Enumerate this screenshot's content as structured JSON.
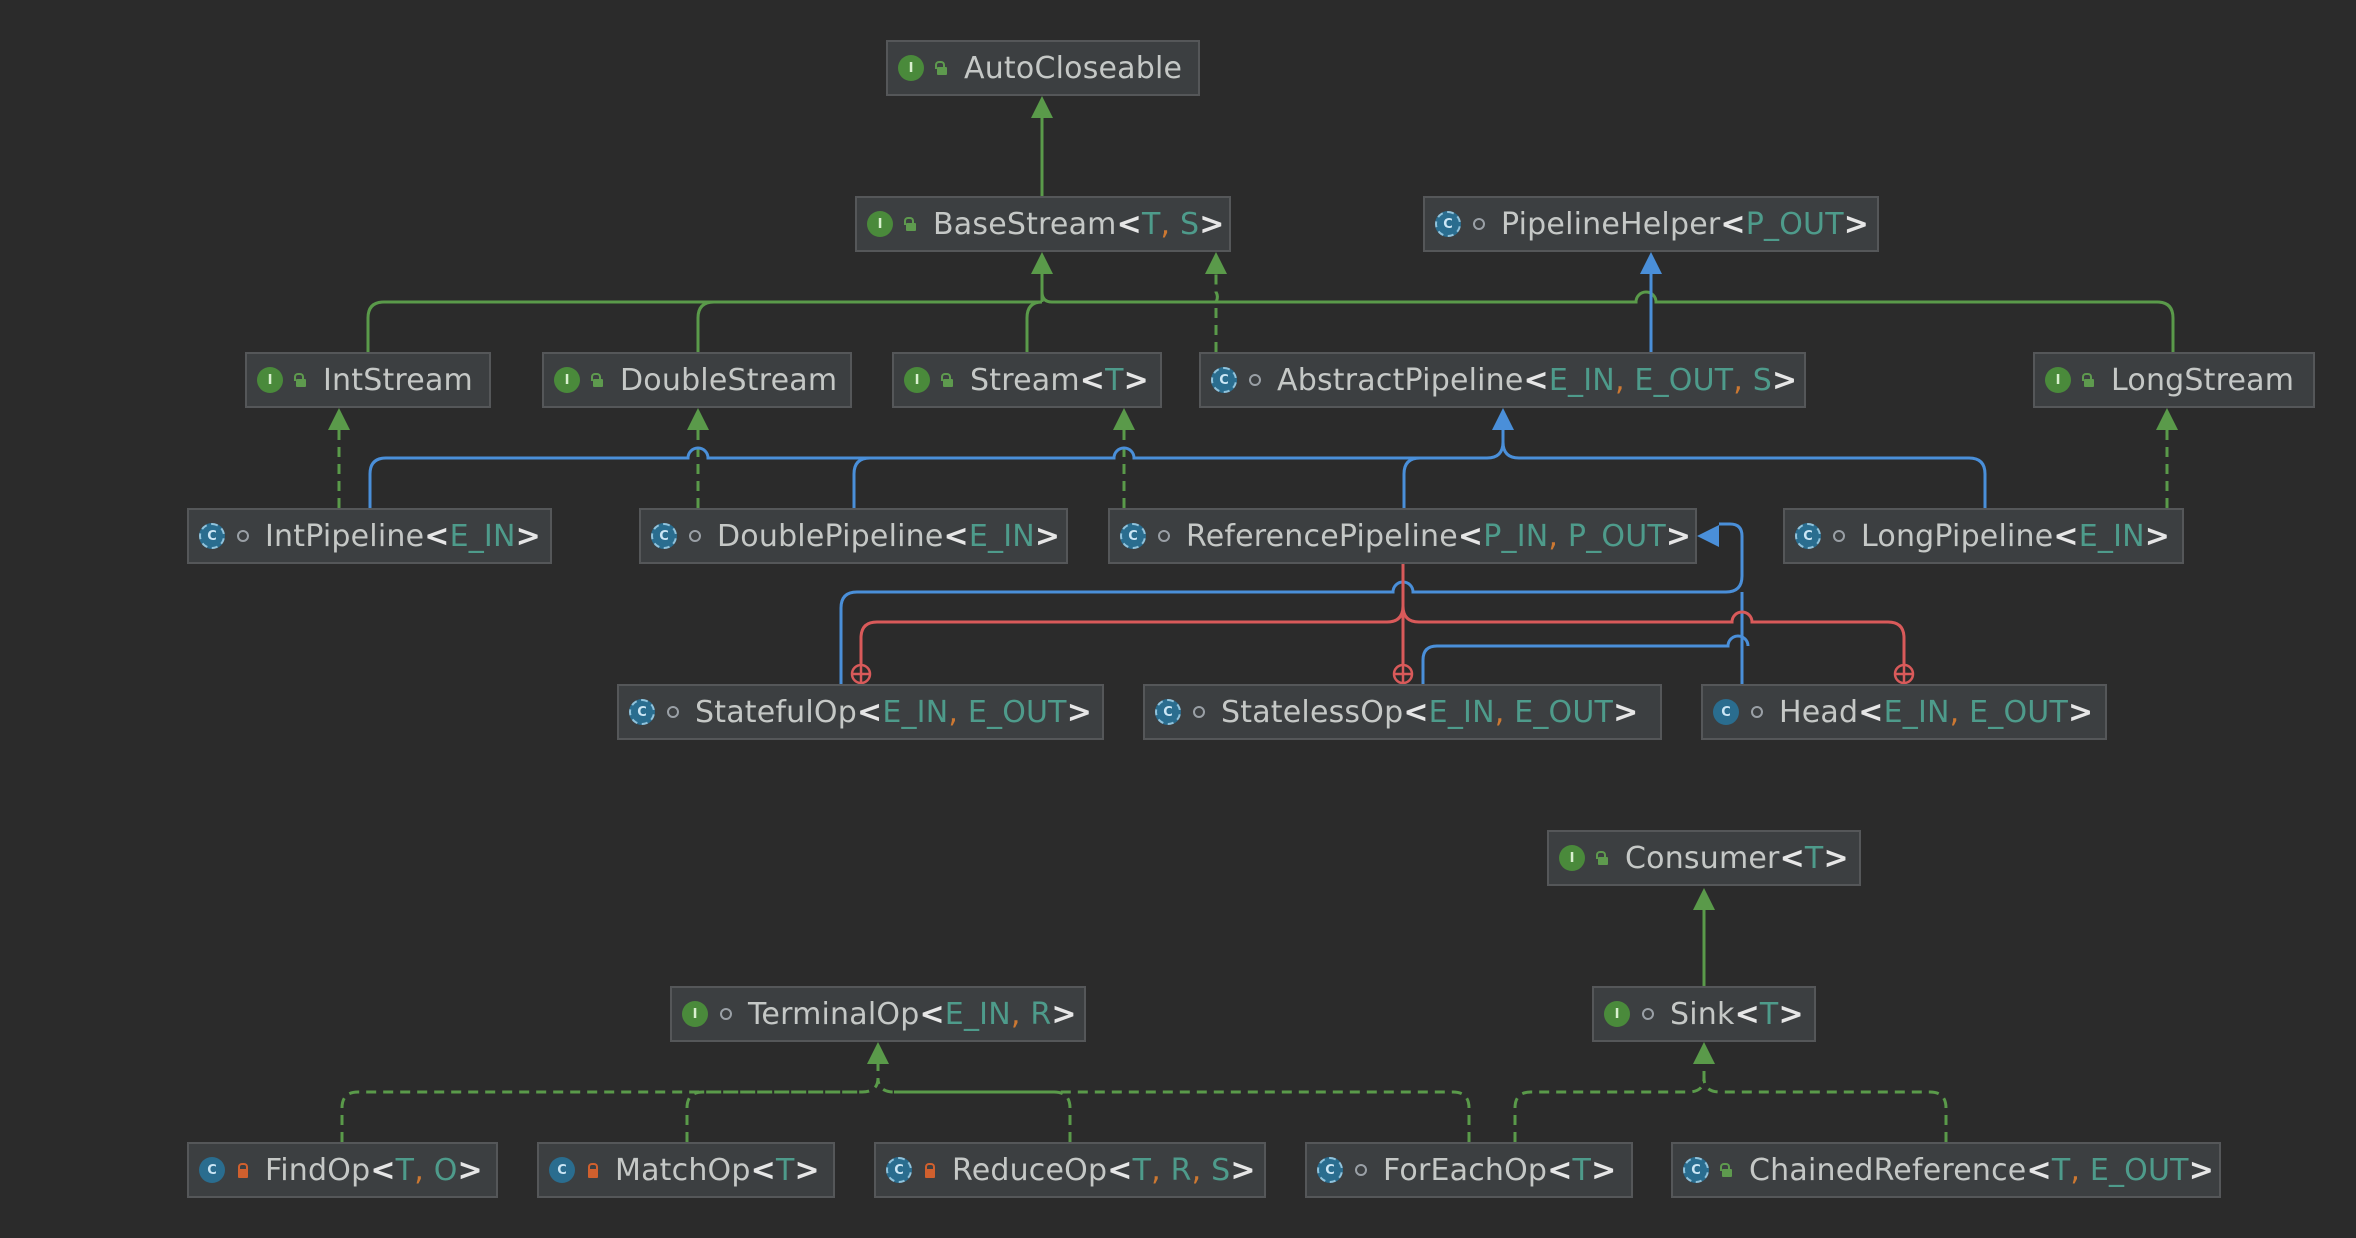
{
  "diagram": {
    "nodes": [
      {
        "id": "AutoCloseable",
        "name": "AutoCloseable",
        "type_params": [],
        "kind": "interface",
        "visibility": "public"
      },
      {
        "id": "BaseStream",
        "name": "BaseStream",
        "type_params": [
          "T",
          "S"
        ],
        "kind": "interface",
        "visibility": "public"
      },
      {
        "id": "PipelineHelper",
        "name": "PipelineHelper",
        "type_params": [
          "P_OUT"
        ],
        "kind": "abstract",
        "visibility": "package"
      },
      {
        "id": "IntStream",
        "name": "IntStream",
        "type_params": [],
        "kind": "interface",
        "visibility": "public"
      },
      {
        "id": "DoubleStream",
        "name": "DoubleStream",
        "type_params": [],
        "kind": "interface",
        "visibility": "public"
      },
      {
        "id": "Stream",
        "name": "Stream",
        "type_params": [
          "T"
        ],
        "kind": "interface",
        "visibility": "public"
      },
      {
        "id": "AbstractPipeline",
        "name": "AbstractPipeline",
        "type_params": [
          "E_IN",
          "E_OUT",
          "S"
        ],
        "kind": "abstract",
        "visibility": "package"
      },
      {
        "id": "LongStream",
        "name": "LongStream",
        "type_params": [],
        "kind": "interface",
        "visibility": "public"
      },
      {
        "id": "IntPipeline",
        "name": "IntPipeline",
        "type_params": [
          "E_IN"
        ],
        "kind": "abstract",
        "visibility": "package"
      },
      {
        "id": "DoublePipeline",
        "name": "DoublePipeline",
        "type_params": [
          "E_IN"
        ],
        "kind": "abstract",
        "visibility": "package"
      },
      {
        "id": "ReferencePipeline",
        "name": "ReferencePipeline",
        "type_params": [
          "P_IN",
          "P_OUT"
        ],
        "kind": "abstract",
        "visibility": "package"
      },
      {
        "id": "LongPipeline",
        "name": "LongPipeline",
        "type_params": [
          "E_IN"
        ],
        "kind": "abstract",
        "visibility": "package"
      },
      {
        "id": "StatefulOp",
        "name": "StatefulOp",
        "type_params": [
          "E_IN",
          "E_OUT"
        ],
        "kind": "abstract",
        "visibility": "package"
      },
      {
        "id": "StatelessOp",
        "name": "StatelessOp",
        "type_params": [
          "E_IN",
          "E_OUT"
        ],
        "kind": "abstract",
        "visibility": "package"
      },
      {
        "id": "Head",
        "name": "Head",
        "type_params": [
          "E_IN",
          "E_OUT"
        ],
        "kind": "class",
        "visibility": "package"
      },
      {
        "id": "Consumer",
        "name": "Consumer",
        "type_params": [
          "T"
        ],
        "kind": "interface",
        "visibility": "public"
      },
      {
        "id": "TerminalOp",
        "name": "TerminalOp",
        "type_params": [
          "E_IN",
          "R"
        ],
        "kind": "interface",
        "visibility": "package"
      },
      {
        "id": "Sink",
        "name": "Sink",
        "type_params": [
          "T"
        ],
        "kind": "interface",
        "visibility": "package"
      },
      {
        "id": "FindOp",
        "name": "FindOp",
        "type_params": [
          "T",
          "O"
        ],
        "kind": "class",
        "visibility": "private"
      },
      {
        "id": "MatchOp",
        "name": "MatchOp",
        "type_params": [
          "T"
        ],
        "kind": "class",
        "visibility": "private"
      },
      {
        "id": "ReduceOp",
        "name": "ReduceOp",
        "type_params": [
          "T",
          "R",
          "S"
        ],
        "kind": "abstract",
        "visibility": "private"
      },
      {
        "id": "ForEachOp",
        "name": "ForEachOp",
        "type_params": [
          "T"
        ],
        "kind": "abstract",
        "visibility": "package"
      },
      {
        "id": "ChainedReference",
        "name": "ChainedReference",
        "type_params": [
          "T",
          "E_OUT"
        ],
        "kind": "abstract",
        "visibility": "public"
      }
    ],
    "colors": {
      "background": "#2b2b2b",
      "node_fill": "#3c3f41",
      "node_border": "#555759",
      "implements": "#5a9a4a",
      "extends_interface": "#5a9a4a",
      "extends_class": "#4a8fd9",
      "inner": "#d95a5a",
      "type_param": "#4e9b8b",
      "separator": "#cc7832"
    }
  }
}
